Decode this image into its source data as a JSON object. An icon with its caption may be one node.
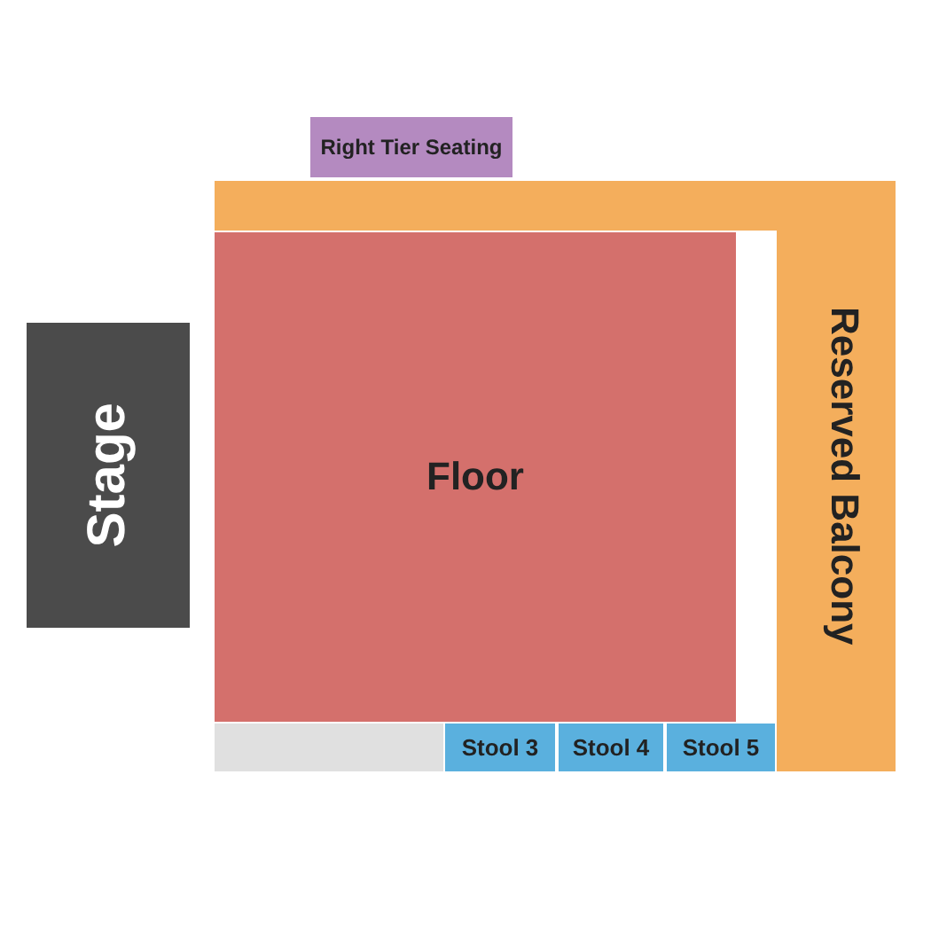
{
  "diagram": {
    "nodes": [
      {
        "text": [
          "Right Tier Seating"
        ]
      },
      {
        "text": [
          "Stage"
        ]
      },
      {
        "text": [
          "Floor"
        ]
      },
      {
        "text": [
          "Reserved Balcony"
        ]
      },
      {
        "text": [],
        "shape": "box"
      },
      {
        "text": [
          "Stool 3"
        ]
      },
      {
        "text": [
          "Stool 4"
        ]
      },
      {
        "text": [
          "Stool 5"
        ]
      }
    ]
  }
}
